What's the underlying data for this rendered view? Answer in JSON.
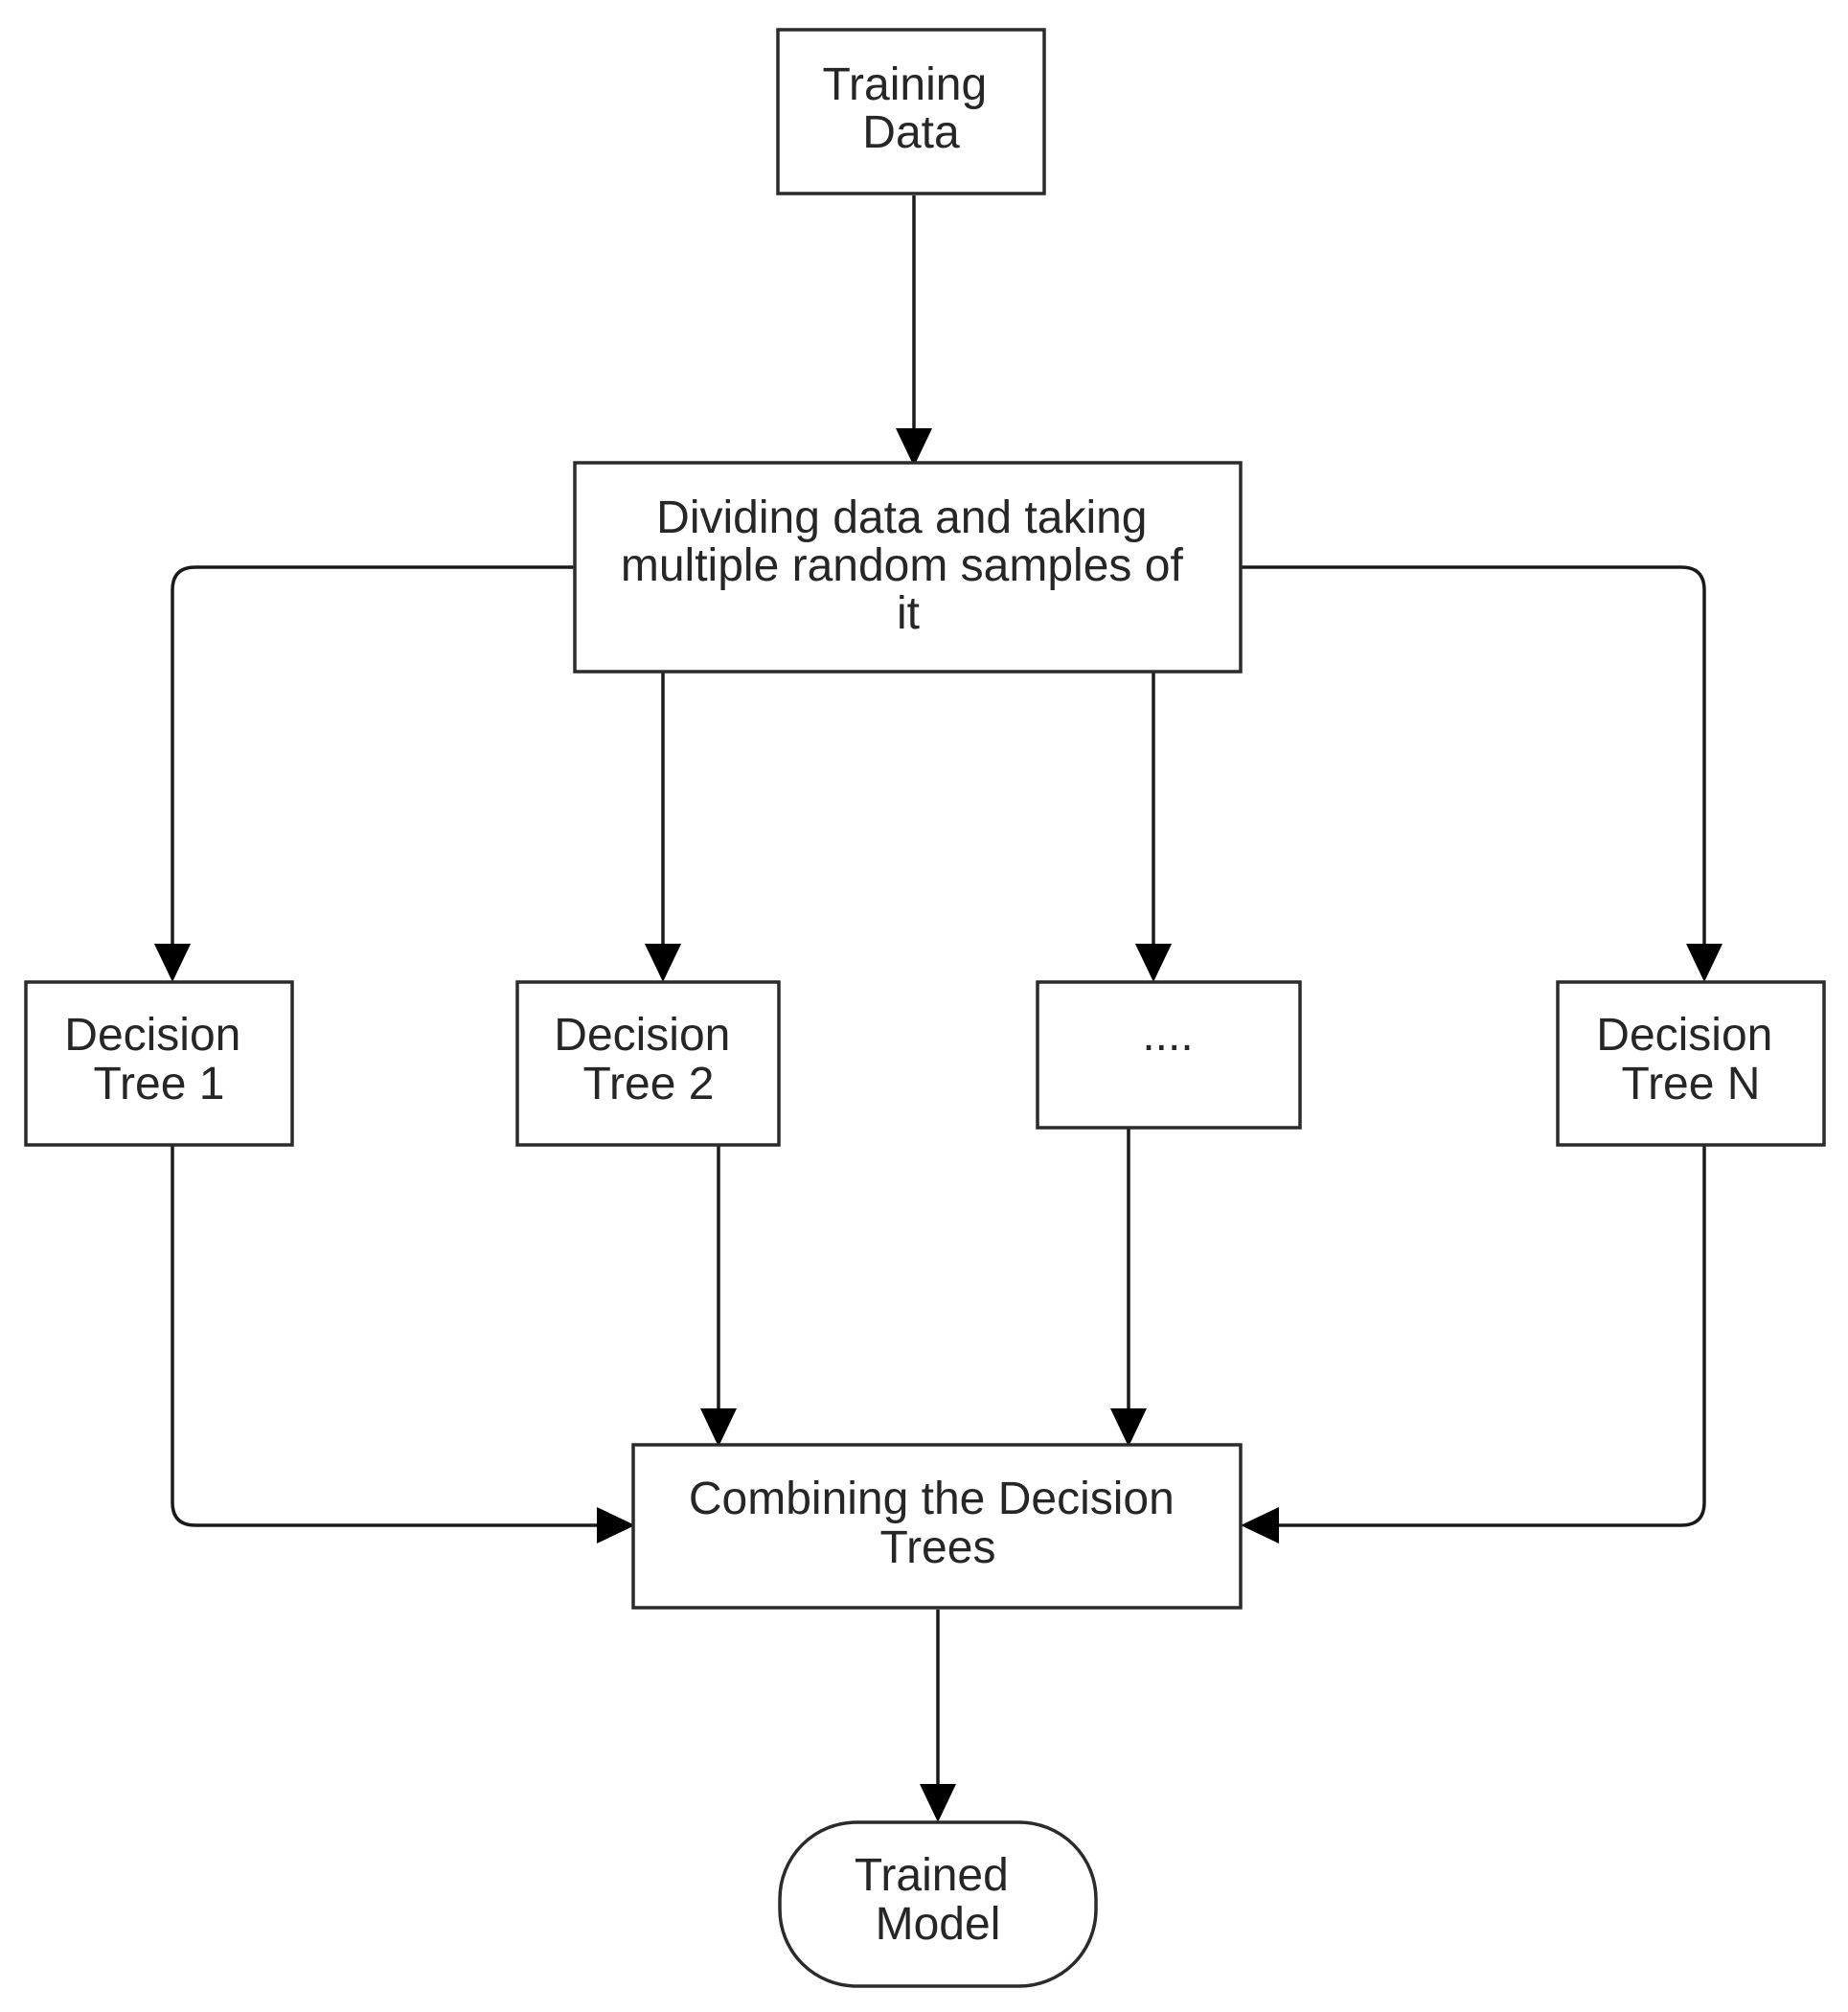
{
  "diagram": {
    "nodes": {
      "training_data": {
        "lines": [
          "Training",
          "Data"
        ]
      },
      "dividing": {
        "lines": [
          "Dividing data and taking",
          "multiple random samples of",
          "it"
        ]
      },
      "tree_1": {
        "lines": [
          "Decision",
          "Tree 1"
        ]
      },
      "tree_2": {
        "lines": [
          "Decision",
          "Tree 2"
        ]
      },
      "tree_ellipsis": {
        "lines": [
          "...."
        ]
      },
      "tree_n": {
        "lines": [
          "Decision",
          "Tree N"
        ]
      },
      "combining": {
        "lines": [
          "Combining the Decision",
          "Trees"
        ]
      },
      "trained_model": {
        "lines": [
          "Trained",
          "Model"
        ]
      }
    },
    "edges": [
      {
        "from": "training_data",
        "to": "dividing"
      },
      {
        "from": "dividing",
        "to": "tree_1"
      },
      {
        "from": "dividing",
        "to": "tree_2"
      },
      {
        "from": "dividing",
        "to": "tree_ellipsis"
      },
      {
        "from": "dividing",
        "to": "tree_n"
      },
      {
        "from": "tree_1",
        "to": "combining"
      },
      {
        "from": "tree_2",
        "to": "combining"
      },
      {
        "from": "tree_ellipsis",
        "to": "combining"
      },
      {
        "from": "tree_n",
        "to": "combining"
      },
      {
        "from": "combining",
        "to": "trained_model"
      }
    ]
  }
}
